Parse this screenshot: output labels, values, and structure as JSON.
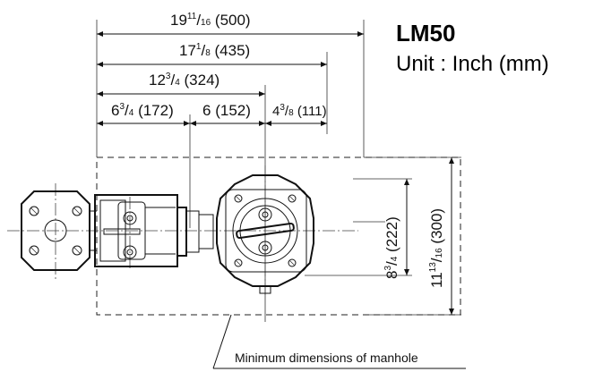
{
  "header": {
    "model": "LM50",
    "unit": "Unit : Inch (mm)"
  },
  "dimensions": {
    "overall_width": {
      "whole": "19",
      "num": "11",
      "den": "16",
      "mm": "(500)"
    },
    "width_435": {
      "whole": "17",
      "num": "1",
      "den": "8",
      "mm": "(435)"
    },
    "width_324": {
      "whole": "12",
      "num": "3",
      "den": "4",
      "mm": "(324)"
    },
    "width_172": {
      "whole": "6",
      "num": "3",
      "den": "4",
      "mm": "(172)"
    },
    "width_152": {
      "whole": "6",
      "mm": "(152)"
    },
    "width_111": {
      "whole": "4",
      "num": "3",
      "den": "8",
      "mm": "(111)"
    },
    "height_222": {
      "whole": "8",
      "num": "3",
      "den": "4",
      "mm": "(222)"
    },
    "height_300": {
      "whole": "11",
      "num": "13",
      "den": "16",
      "mm": "(300)"
    }
  },
  "callout": {
    "manhole_note": "Minimum dimensions of manhole"
  }
}
